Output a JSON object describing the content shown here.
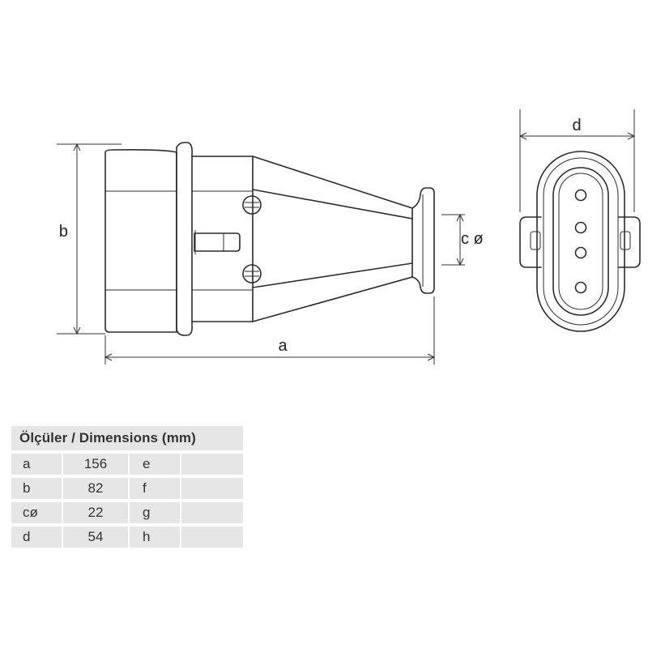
{
  "labels": {
    "a": "a",
    "b": "b",
    "c": "c ø",
    "d": "d"
  },
  "table": {
    "header": "Ölçüler / Dimensions (mm)",
    "rows": [
      {
        "key": "a",
        "value": "156",
        "key2": "e",
        "value2": ""
      },
      {
        "key": "b",
        "value": "82",
        "key2": "f",
        "value2": ""
      },
      {
        "key": "cø",
        "value": "22",
        "key2": "g",
        "value2": ""
      },
      {
        "key": "d",
        "value": "54",
        "key2": "h",
        "value2": ""
      }
    ]
  }
}
